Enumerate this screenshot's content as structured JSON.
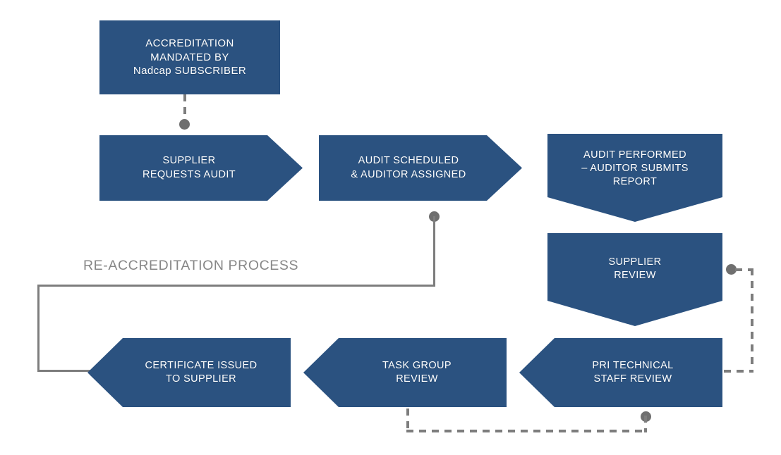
{
  "diagram": {
    "title_text": "RE-ACCREDITATION PROCESS",
    "accent_blue": "#2b5280",
    "connector_gray": "#7d7d7d",
    "label_gray": "#878787",
    "background": "#ffffff"
  },
  "nodes": {
    "accreditation_mandated": {
      "line1": "ACCREDITATION",
      "line2": "MANDATED BY",
      "line3": "Nadcap SUBSCRIBER",
      "shape": "rectangle"
    },
    "supplier_requests_audit": {
      "line1": "SUPPLIER",
      "line2": "REQUESTS AUDIT",
      "shape": "chevron-right"
    },
    "audit_scheduled": {
      "line1": "AUDIT SCHEDULED",
      "line2": "& AUDITOR ASSIGNED",
      "shape": "chevron-right"
    },
    "audit_performed": {
      "line1": "AUDIT  PERFORMED",
      "line2": "– AUDITOR SUBMITS",
      "line3": "REPORT",
      "shape": "chevron-down"
    },
    "supplier_review": {
      "line1": "SUPPLIER",
      "line2": "REVIEW",
      "shape": "chevron-down"
    },
    "pri_technical_staff_review": {
      "line1": "PRI TECHNICAL",
      "line2": "STAFF REVIEW",
      "shape": "chevron-left"
    },
    "task_group_review": {
      "line1": "TASK GROUP",
      "line2": "REVIEW",
      "shape": "chevron-left"
    },
    "certificate_issued": {
      "line1": "CERTIFICATE ISSUED",
      "line2": "TO SUPPLIER",
      "shape": "chevron-left"
    }
  },
  "connectors": {
    "mandated_to_supplier": "dashed-vertical-with-dot",
    "supplier_review_loop": "dashed-right-down-left",
    "pri_feedback_loop": "dashed-down-left-up",
    "reaccreditation_loop": "solid-down-left-down-right"
  }
}
